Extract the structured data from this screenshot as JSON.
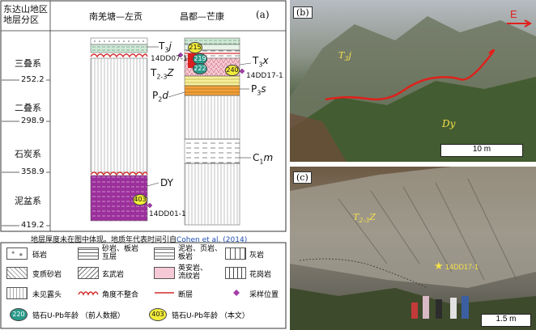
{
  "panel_a": {
    "label": "(a)",
    "header_region": "东达山地区\n地层分区",
    "header_region_line1": "东达山地区",
    "header_region_line2": "地层分区",
    "section_left": "南羌塘—左贡",
    "section_right": "昌都—芒康",
    "systems": [
      "三叠系",
      "二叠系",
      "石炭系",
      "泥盆系"
    ],
    "ages": [
      "252.2",
      "298.9",
      "358.9",
      "419.2"
    ],
    "unit_labels": {
      "t3j": "T3j",
      "t23z": "T2-3Z",
      "t3x": "T3x",
      "p3s": "P3s",
      "p2d": "P2d",
      "c1m": "C1m",
      "dy": "DY"
    },
    "unit_label_parts": {
      "t3j_main": "T",
      "t3j_sub": "3",
      "t3j_it": "j",
      "t23z_main": "T",
      "t23z_sub": "2-3",
      "t23z_it": "Z",
      "t3x_main": "T",
      "t3x_sub": "3",
      "t3x_it": "x",
      "p3s_main": "P",
      "p3s_sub": "3",
      "p3s_it": "s",
      "p2d_main": "P",
      "p2d_sub": "2",
      "p2d_it": "d",
      "c1m_main": "C",
      "c1m_sub": "1",
      "c1m_it": "m",
      "dy": "DY"
    },
    "samples": [
      "14DD07-1",
      "14DD17-1",
      "14DD01-1"
    ],
    "ages_zircon": [
      "215",
      "219",
      "222",
      "240",
      "403"
    ],
    "note_prefix": "地层厚度未在图中体现。地质年代表时间引自",
    "note_ref": "Cohen et al. (2014)",
    "note_color": "#1f4fb5",
    "legend": [
      {
        "label": "砾岩",
        "icon": "conglomerate-pattern"
      },
      {
        "label": "砂岩、板岩\n互层",
        "icon": "sandstone-slate-pattern"
      },
      {
        "label": "泥岩、页岩、\n板岩",
        "icon": "mudstone-pattern"
      },
      {
        "label": "灰岩",
        "icon": "limestone-pattern"
      },
      {
        "label": "变质砂岩",
        "icon": "metasandstone-pattern"
      },
      {
        "label": "玄武岩",
        "icon": "basalt-pattern"
      },
      {
        "label": "英安岩、\n流纹岩",
        "icon": "dacite-pattern"
      },
      {
        "label": "花岗岩",
        "icon": "granite-pattern"
      },
      {
        "label": "未见露头",
        "icon": "unexposed-pattern"
      },
      {
        "label": "角度不整合",
        "icon": "unconformity-icon"
      },
      {
        "label": "断层",
        "icon": "fault-icon"
      },
      {
        "label": "采样位置",
        "icon": "sample-location-icon"
      },
      {
        "label": "锆石U-Pb年龄 （前人数据）",
        "icon": "zircon-age-previous-icon"
      },
      {
        "label": "锆石U-Pb年龄 （本文）",
        "icon": "zircon-age-this-study-icon"
      }
    ],
    "legend_badge_prev": "220",
    "legend_badge_this": "403"
  },
  "panel_b": {
    "label": "(b)",
    "direction": "E",
    "unit_top": "T3j",
    "unit_top_main": "T",
    "unit_top_sub": "3",
    "unit_top_it": "j",
    "unit_bottom": "Dy",
    "scale": "10 m",
    "accent": "#e0201b"
  },
  "panel_c": {
    "label": "(c)",
    "unit": "T2-3Z",
    "unit_main": "T",
    "unit_sub": "2-3",
    "unit_it": "Z",
    "sample": "14DD17-1",
    "scale": "1.5 m"
  }
}
